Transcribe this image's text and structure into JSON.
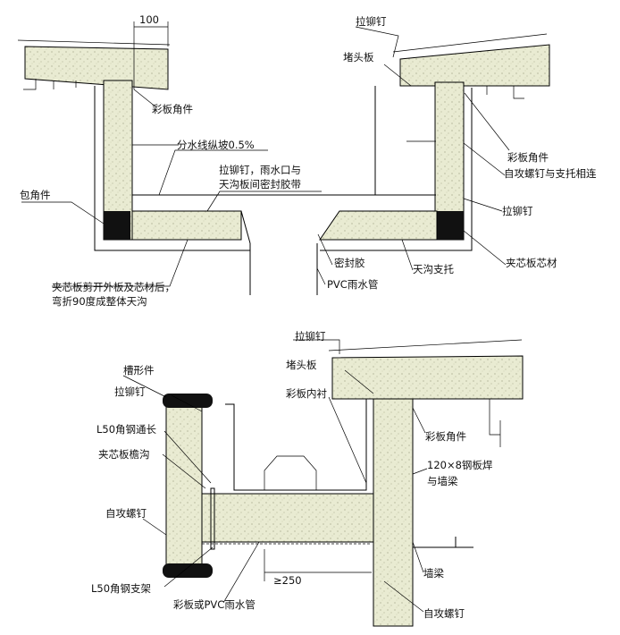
{
  "top": {
    "dim_100": "100",
    "labels": {
      "rivet_tr": "拉铆钉",
      "end_plate_tr": "堵头板",
      "corner_left": "彩板角件",
      "corner_right": "彩板角件",
      "self_tap_support": "自攻螺钉与支托相连",
      "slope": "分水线纵坡0.5%",
      "rivet_seal_1": "拉铆钉，雨水口与",
      "rivet_seal_2": "天沟板间密封胶带",
      "wrap_corner": "包角件",
      "rivet_right": "拉铆钉",
      "core_right": "夹芯板芯材",
      "sealant": "密封胶",
      "gutter_support": "天沟支托",
      "pvc": "PVC雨水管",
      "note_1": "夹芯板剪开外板及芯材后，",
      "note_2": "弯折90度成整体天沟"
    }
  },
  "bottom": {
    "labels": {
      "rivet_top": "拉铆钉",
      "channel": "槽形件",
      "end_plate": "堵头板",
      "rivet_left": "拉铆钉",
      "liner": "彩板内衬",
      "angle_long": "L50角钢通长",
      "corner": "彩板角件",
      "eave_gutter": "夹芯板檐沟",
      "steel_plate_1": "120×8钢板焊",
      "steel_plate_2": "与墙梁",
      "self_tap_left": "自攻螺钉",
      "wall_beam": "墙梁",
      "angle_bracket": "L50角钢支架",
      "dim_250": "≥250",
      "pipe": "彩板或PVC雨水管",
      "self_tap_bottom": "自攻螺钉"
    }
  }
}
